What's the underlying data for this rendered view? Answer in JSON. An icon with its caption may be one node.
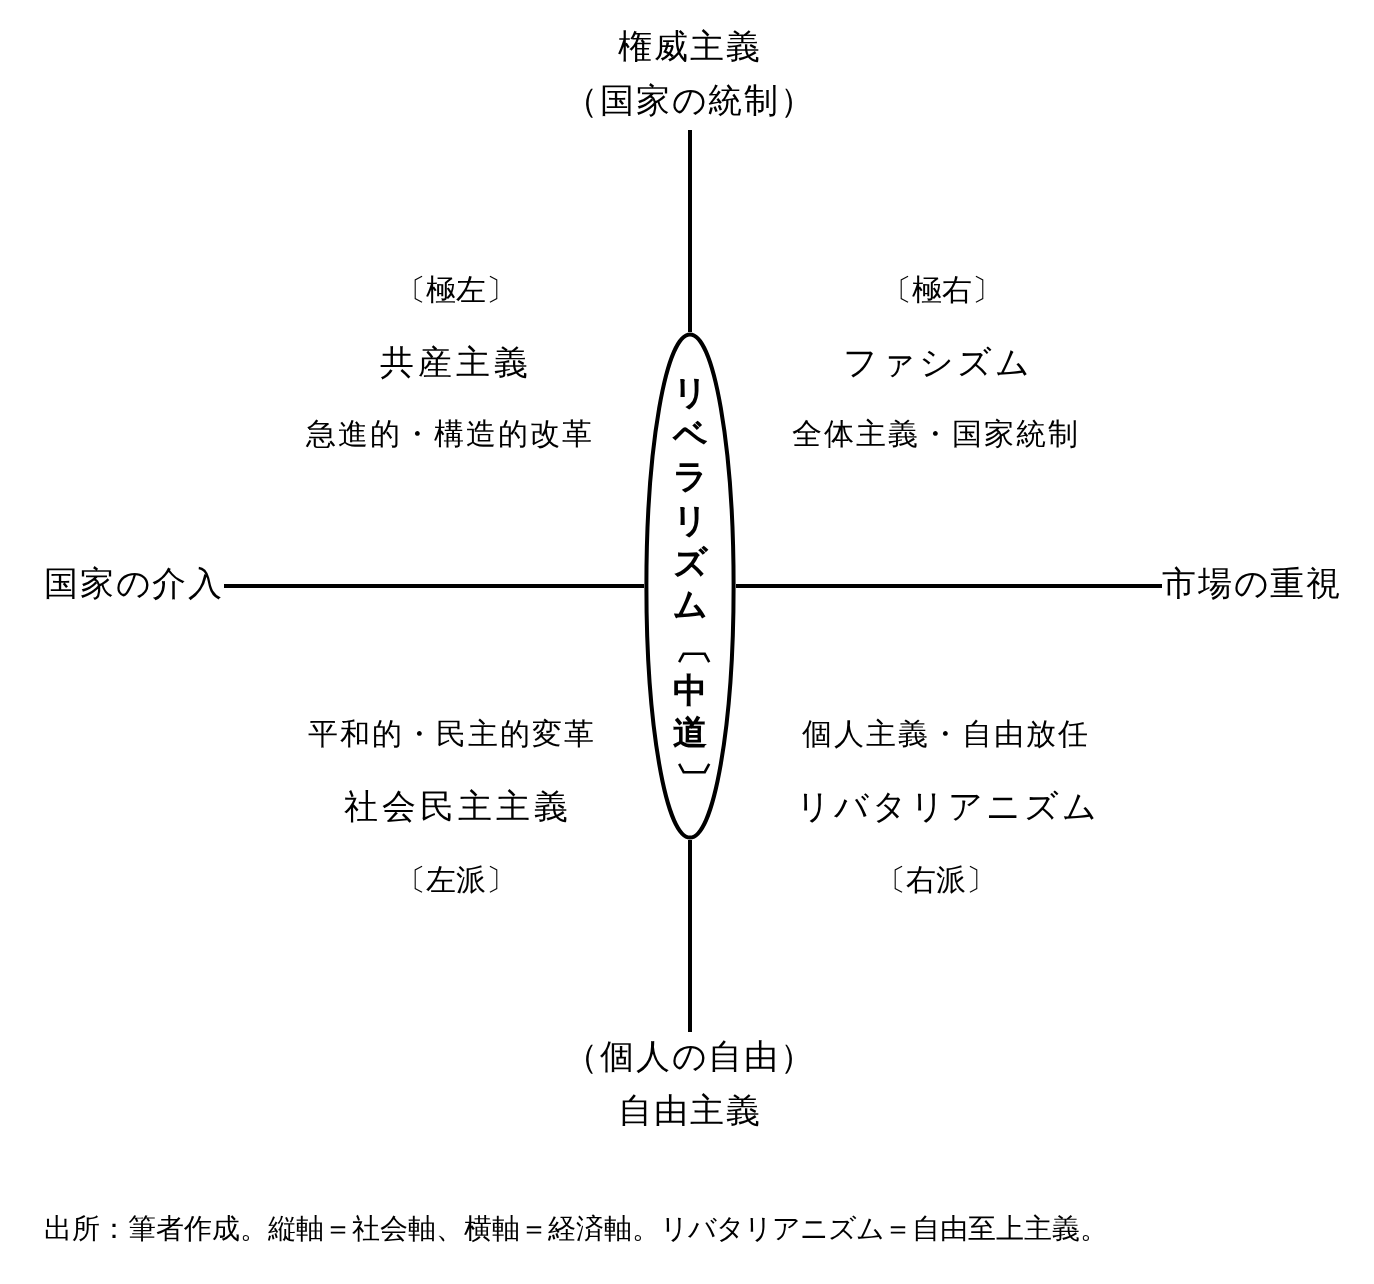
{
  "diagram": {
    "nodes": [
      {
        "text": [
          "権威主義",
          "（国家の統制）"
        ]
      },
      {
        "text": [
          "国家の介入"
        ]
      },
      {
        "text": [
          "リベラリズム〔中道〕"
        ]
      },
      {
        "text": [
          "市場の重視"
        ]
      },
      {
        "text": [
          "（個人の自由）",
          "自由主義"
        ]
      }
    ],
    "edges": [
      {
        "from": 0,
        "to": 2,
        "arrow": "none"
      },
      {
        "from": 1,
        "to": 2,
        "arrow": "none"
      },
      {
        "from": 2,
        "to": 3,
        "arrow": "none"
      },
      {
        "from": 2,
        "to": 4,
        "arrow": "none"
      }
    ],
    "labels": [
      "〔極左〕",
      "〔極右〕",
      "共産主義",
      "ファシズム",
      "急進的・構造的改革",
      "全体主義・国家統制",
      "平和的・民主的変革",
      "個人主義・自由放任",
      "社会民主主義",
      "リバタリアニズム",
      "〔左派〕",
      "〔右派〕"
    ],
    "caption": "出所：筆者作成。縦軸＝社会軸、横軸＝経済軸。リバタリアニズム＝自由至上主義。"
  }
}
